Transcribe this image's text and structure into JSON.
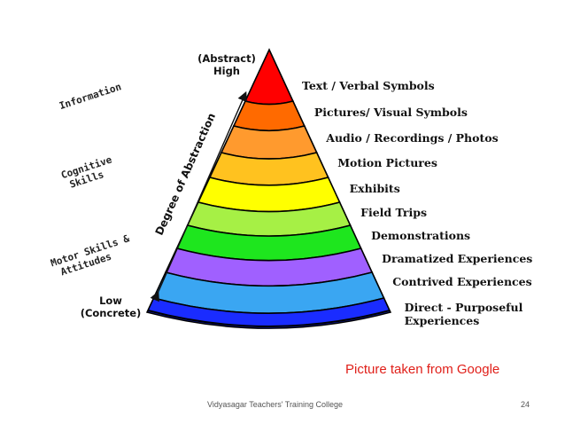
{
  "cone": {
    "top_label_line1": "(Abstract)",
    "top_label_line2": "High",
    "bottom_label_line1": "Low",
    "bottom_label_line2": "(Concrete)",
    "axis_label": "Degree of Abstraction",
    "layers": [
      {
        "label": "Text / Verbal Symbols",
        "color": "#ff0000"
      },
      {
        "label": "Pictures/ Visual Symbols",
        "color": "#ff6a00"
      },
      {
        "label": "Audio / Recordings / Photos",
        "color": "#ff9a2e"
      },
      {
        "label": "Motion Pictures",
        "color": "#ffc21f"
      },
      {
        "label": "Exhibits",
        "color": "#ffff00"
      },
      {
        "label": "Field Trips",
        "color": "#a6f045"
      },
      {
        "label": "Demonstrations",
        "color": "#1ee61e"
      },
      {
        "label": "Dramatized Experiences",
        "color": "#a060ff"
      },
      {
        "label": "Contrived Experiences",
        "color": "#3aa6f2"
      },
      {
        "label": "Direct - Purposeful",
        "label_line2": "Experiences",
        "color": "#1a2cff"
      }
    ]
  },
  "side_labels": {
    "information": "Information",
    "cognitive_line1": "Cognitive",
    "cognitive_line2": "Skills",
    "motor_line1": "Motor Skills &",
    "motor_line2": "Attitudes"
  },
  "credit": "Picture taken from Google",
  "footer": {
    "college": "Vidyasagar Teachers' Training College",
    "page_number": "24"
  }
}
